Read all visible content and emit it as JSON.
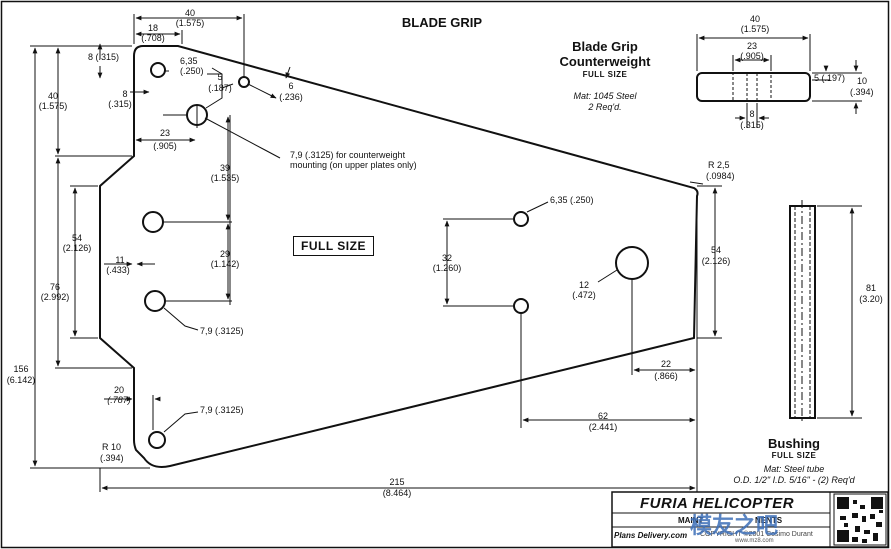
{
  "title": "BLADE GRIP",
  "full_size_label": "FULL SIZE",
  "counterweight": {
    "title_line1": "Blade Grip",
    "title_line2": "Counterweight",
    "subtitle": "FULL SIZE",
    "mat": "Mat: 1045 Steel",
    "req": "2 Req'd.",
    "dims": {
      "width_mm": "40",
      "width_in": "(1.575)",
      "inner_mm": "23",
      "inner_in": "(.905)",
      "hole_mm": "8",
      "hole_in": "(.315)",
      "slot_mm": "5 (.197)",
      "height_mm": "10",
      "height_in": "(.394)"
    }
  },
  "bushing": {
    "title": "Bushing",
    "subtitle": "FULL SIZE",
    "mat": "Mat: Steel tube",
    "spec": "O.D. 1/2\" I.D. 5/16\" - (2) Req'd",
    "length_mm": "81",
    "length_in": "(3.20)"
  },
  "dims": {
    "top40_mm": "40",
    "top40_in": "(1.575)",
    "top18_mm": "18",
    "top18_in": "(.708)",
    "d8_315": "8 (.315)",
    "h635_mm": "6,35",
    "h635_in": "(.250)",
    "d8b_mm": "8",
    "d8b_in": "(.315)",
    "d5_mm": "5",
    "d5_in": "(.187)",
    "d6_mm": "6",
    "d6_in": "(.236)",
    "d23_mm": "23",
    "d23_in": "(.905)",
    "note79_line1": "7,9 (.3125) for counterweight",
    "note79_line2": "mounting (on upper plates only)",
    "d39_mm": "39",
    "d39_in": "(1.535)",
    "d29_mm": "29",
    "d29_in": "(1.142)",
    "d11_mm": "11",
    "d11_in": "(.433)",
    "left40_mm": "40",
    "left40_in": "(1.575)",
    "d54_mm": "54",
    "d54_in": "(2.126)",
    "d76_mm": "76",
    "d76_in": "(2.992)",
    "d156_mm": "156",
    "d156_in": "(6.142)",
    "d20_mm": "20",
    "d20_in": "(.787)",
    "r10_mm": "R 10",
    "r10_in": "(.394)",
    "h79a": "7,9 (.3125)",
    "h79b": "7,9 (.3125)",
    "r25_mm": "R 2,5",
    "r25_in": "(.0984)",
    "h635b": "6,35 (.250)",
    "d32_mm": "32",
    "d32_in": "(1.260)",
    "h12_mm": "12",
    "h12_in": "(.472)",
    "right54_mm": "54",
    "right54_in": "(2.126)",
    "d22_mm": "22",
    "d22_in": "(.866)",
    "d62_mm": "62",
    "d62_in": "(2.441)",
    "d215_mm": "215",
    "d215_in": "(8.464)"
  },
  "title_block": {
    "brand": "FURIA HELICOPTER",
    "row1": "MAINT",
    "row1b": "NENTS",
    "footer_left": "Plans Delivery.com",
    "footer_right": "COPYRIGHT ©2001 Cosimo Durant",
    "watermark": "模友之吧",
    "watermark_url": "www.mz8.com"
  }
}
